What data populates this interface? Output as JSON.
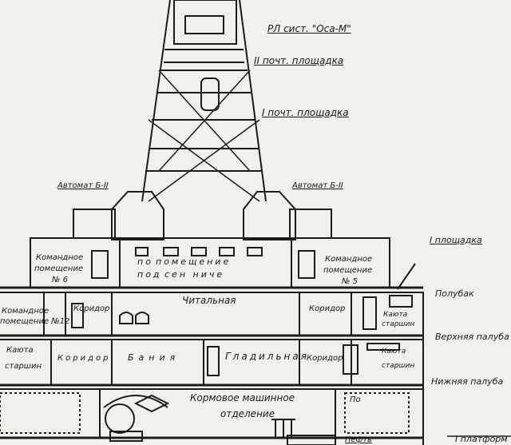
{
  "drawing": {
    "tower_labels": {
      "radar": "РЛ сист. \"Оса-М\"",
      "platform2": "II почт. площадка",
      "platform1": "I почт. площадка",
      "gun_left": "Автомат Б-II",
      "gun_right": "Автомат Б-II",
      "platform_side": "I площадка"
    },
    "deck_labels": {
      "forecastle": "Полубак",
      "upper_deck": "Верхняя палуба",
      "lower_deck": "Нижняя палуба",
      "platform": "I платформ"
    },
    "rooms": {
      "cmd6": [
        "Командное",
        "помещение",
        "№ 6"
      ],
      "cmd5": [
        "Командное",
        "помещение",
        "№ 5"
      ],
      "cmd12": [
        "Командное",
        "помещение №12"
      ],
      "warehouse": [
        "по",
        "помещение",
        "под",
        "сен   ниче"
      ],
      "corridor1": "Коридор",
      "reading_room": "Читальная",
      "corridor2": "Коридор",
      "cabin_right": [
        "Каюта",
        "старшин"
      ],
      "cabin_left": [
        "Каюта",
        "старшин"
      ],
      "corridor3": "Коридор",
      "bath": "Бания",
      "ironing": "Гладильная",
      "corridor4": "Коридор",
      "cabin_right2": [
        "Каюта",
        "старшин"
      ],
      "engine_room": [
        "Кормовое машинное",
        "отделение"
      ],
      "oil": "Нефть",
      "po": "По"
    }
  }
}
